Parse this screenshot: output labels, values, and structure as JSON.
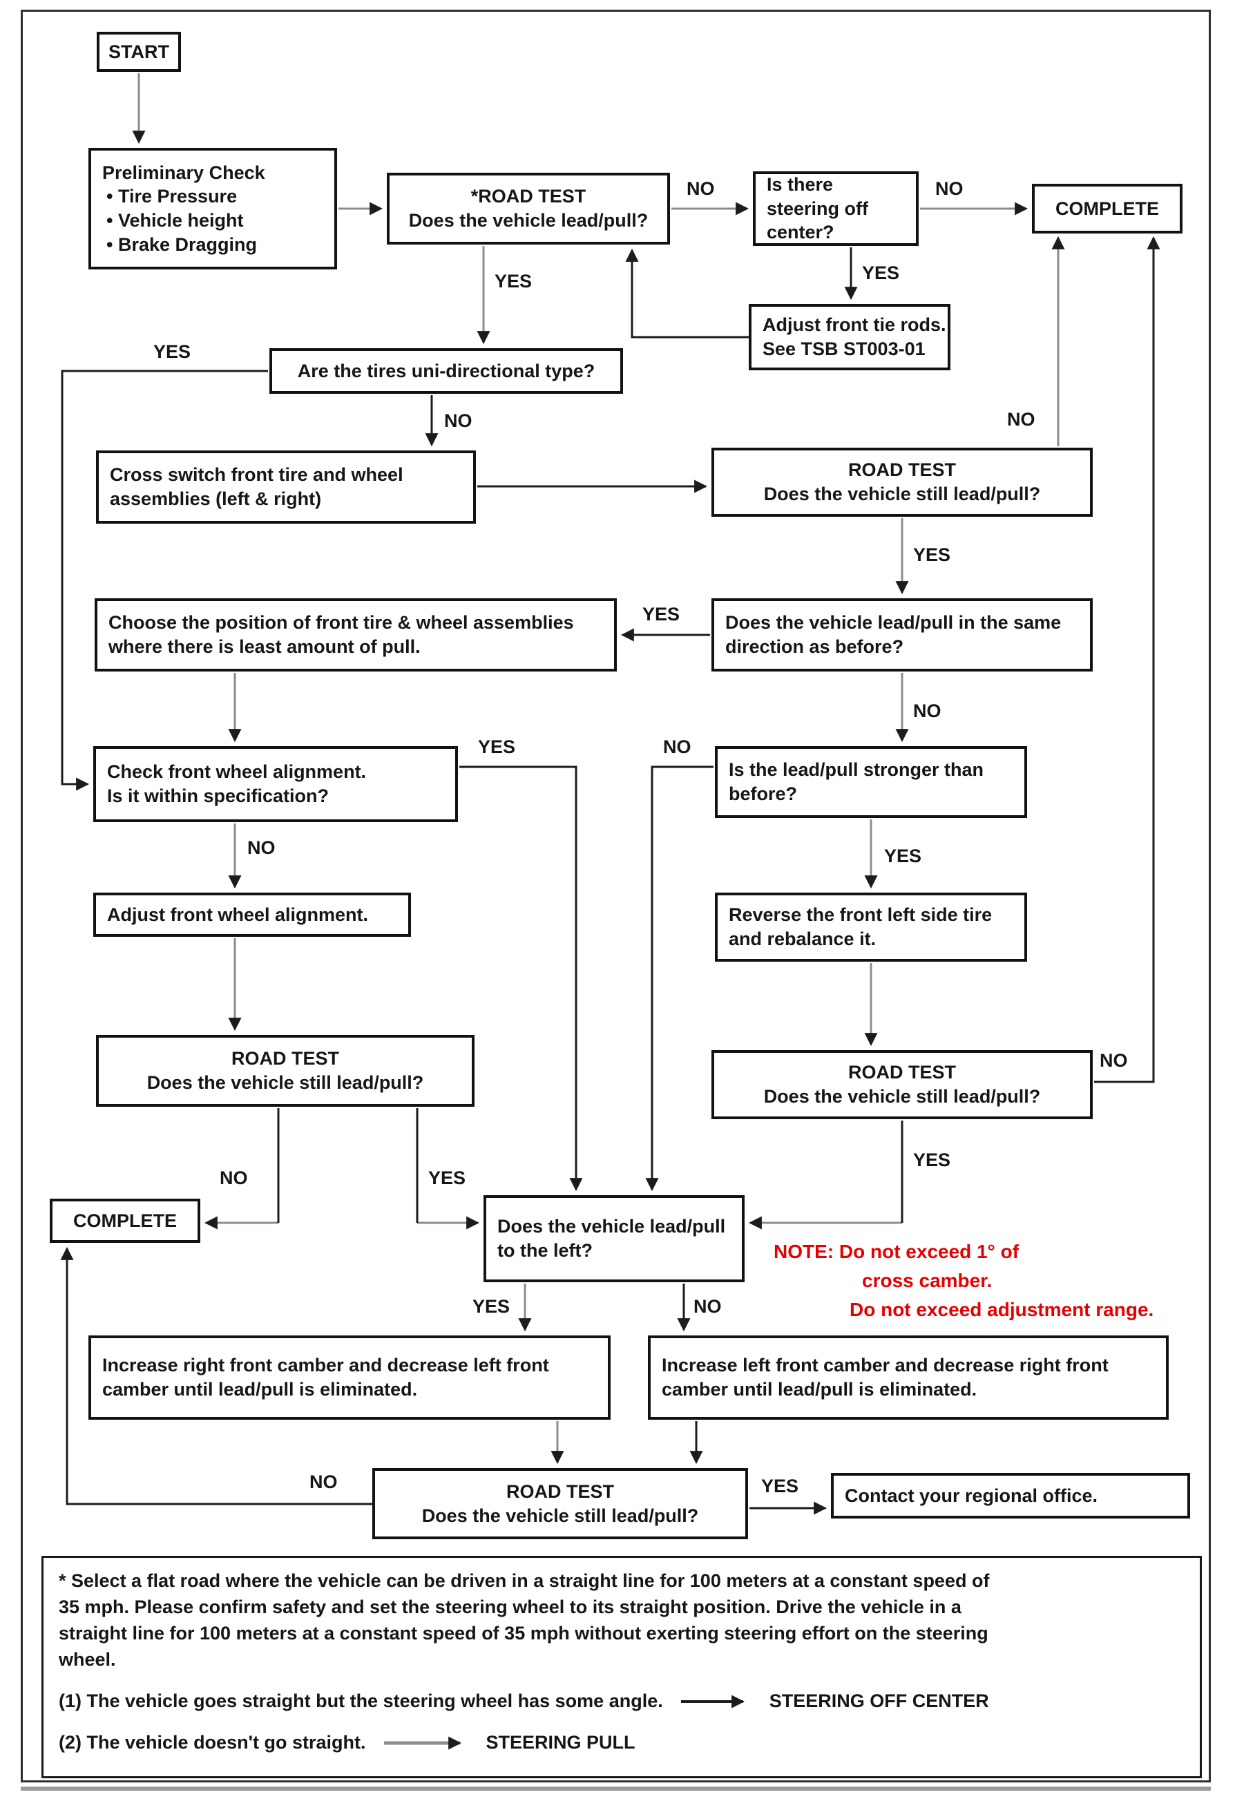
{
  "colors": {
    "line_black": "#1c1c1c",
    "line_gray": "#8c8c8c",
    "note_red": "#e60000",
    "box_border": "#121212"
  },
  "flowchart": {
    "nodes": {
      "start": "START",
      "preliminary": {
        "title": "Preliminary Check",
        "bullets": [
          "Tire Pressure",
          "Vehicle height",
          "Brake Dragging"
        ]
      },
      "road_test_1": {
        "l1": "*ROAD TEST",
        "l2": "Does the vehicle lead/pull?"
      },
      "steering_off_center": "Is there steering off center?",
      "complete_top": "COMPLETE",
      "adjust_tie_rods": {
        "l1": "Adjust front tie rods.",
        "l2": "See TSB ST003-01"
      },
      "uni_directional": "Are the tires uni-directional type?",
      "cross_switch": "Cross switch front tire and wheel assemblies (left & right)",
      "road_test_r1": {
        "l1": "ROAD TEST",
        "l2": "Does the vehicle still lead/pull?"
      },
      "same_direction": "Does the vehicle lead/pull in the same direction as before?",
      "choose_position": "Choose the position of front tire & wheel assemblies where there is least amount of pull.",
      "lead_pull_stronger": "Is the lead/pull stronger than before?",
      "check_alignment": {
        "l1": "Check front wheel alignment.",
        "l2": "Is it within specification?"
      },
      "adjust_alignment": "Adjust front wheel alignment.",
      "reverse_tire": "Reverse the front left side tire and rebalance it.",
      "road_test_l2": {
        "l1": "ROAD TEST",
        "l2": "Does the vehicle still lead/pull?"
      },
      "road_test_r2": {
        "l1": "ROAD TEST",
        "l2": "Does the vehicle still lead/pull?"
      },
      "complete_bottom": "COMPLETE",
      "lead_pull_left": "Does the vehicle lead/pull to the left?",
      "increase_right_camber": "Increase right front camber and decrease left front camber until lead/pull is eliminated.",
      "increase_left_camber": "Increase left front camber and decrease right front camber until lead/pull is eliminated.",
      "road_test_bottom": {
        "l1": "ROAD TEST",
        "l2": "Does the vehicle still lead/pull?"
      },
      "contact_office": "Contact your regional office."
    },
    "labels": [
      {
        "t": "NO"
      },
      {
        "t": "YES"
      },
      {
        "t": "NO"
      },
      {
        "t": "YES"
      },
      {
        "t": "YES"
      },
      {
        "t": "NO"
      },
      {
        "t": "NO"
      },
      {
        "t": "YES"
      },
      {
        "t": "YES"
      },
      {
        "t": "NO"
      },
      {
        "t": "YES"
      },
      {
        "t": "NO"
      },
      {
        "t": "NO"
      },
      {
        "t": "YES"
      },
      {
        "t": "NO"
      },
      {
        "t": "YES"
      },
      {
        "t": "NO"
      },
      {
        "t": "YES"
      },
      {
        "t": "YES"
      },
      {
        "t": "NO"
      },
      {
        "t": "NO"
      },
      {
        "t": "YES"
      }
    ],
    "note": {
      "l1": "NOTE: Do not exceed 1° of",
      "l2": "cross camber.",
      "l3": "Do not exceed adjustment range."
    },
    "footnote": {
      "para": [
        "* Select a flat road where the vehicle can be driven in a straight line for 100 meters at a constant speed of",
        "35 mph. Please confirm safety and set the steering wheel to its straight position. Drive the vehicle in a",
        "straight line for 100 meters at a constant speed of 35 mph without exerting steering effort on the steering",
        "wheel."
      ],
      "item1": "(1) The vehicle goes straight but the steering wheel has some angle.",
      "item1_result": "STEERING OFF CENTER",
      "item2": "(2) The vehicle doesn't go straight.",
      "item2_result": "STEERING PULL"
    }
  }
}
